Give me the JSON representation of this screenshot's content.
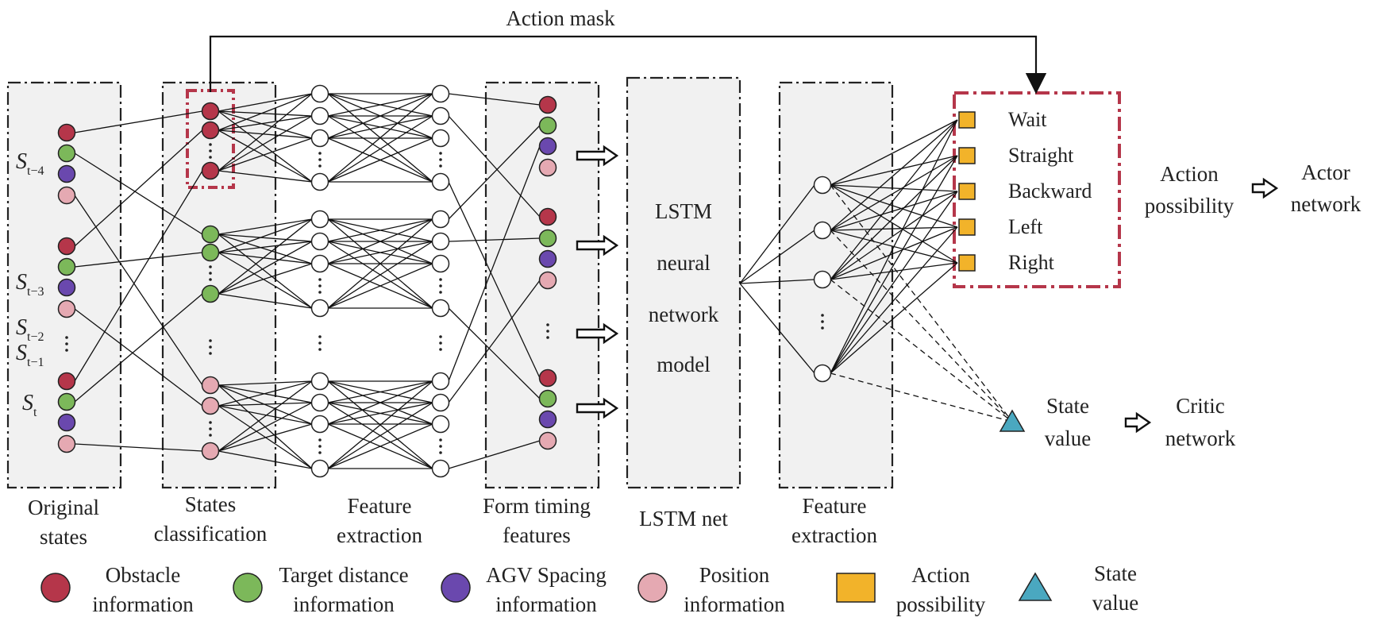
{
  "title": "Action mask",
  "columns": {
    "original_states": [
      "Original",
      "states"
    ],
    "states_classification": [
      "States",
      "classification"
    ],
    "feature_extraction_1": [
      "Feature",
      "extraction"
    ],
    "form_timing": [
      "Form timing",
      "features"
    ],
    "lstm_net": "LSTM net",
    "feature_extraction_2": [
      "Feature",
      "extraction"
    ]
  },
  "lstm_box_lines": [
    "LSTM",
    "neural",
    "network",
    "model"
  ],
  "state_labels": {
    "s_t4": {
      "base": "S",
      "sub": "t−4"
    },
    "s_t3": {
      "base": "S",
      "sub": "t−3"
    },
    "s_t2": {
      "base": "S",
      "sub": "t−2"
    },
    "s_t1": {
      "base": "S",
      "sub": "t−1"
    },
    "s_t": {
      "base": "S",
      "sub": "t"
    }
  },
  "actions": [
    "Wait",
    "Straight",
    "Backward",
    "Left",
    "Right"
  ],
  "action_possibility": [
    "Action",
    "possibility"
  ],
  "actor_network": [
    "Actor",
    "network"
  ],
  "state_value": [
    "State",
    "value"
  ],
  "critic_network": [
    "Critic",
    "network"
  ],
  "legend": [
    {
      "label": [
        "Obstacle",
        "information"
      ]
    },
    {
      "label": [
        "Target distance",
        "information"
      ]
    },
    {
      "label": [
        "AGV Spacing",
        "information"
      ]
    },
    {
      "label": [
        "Position",
        "information"
      ]
    },
    {
      "label": [
        "Action",
        "possibility"
      ]
    },
    {
      "label": [
        "State",
        "value"
      ]
    }
  ],
  "colors": {
    "obstacle": "#b5364a",
    "target": "#7cb85a",
    "agv": "#6a48ae",
    "position": "#e5a9b2",
    "action": "#f2b32a",
    "state_value": "#4aa8c0",
    "mask_box": "#b5364a",
    "panel": "#f1f1f1"
  }
}
